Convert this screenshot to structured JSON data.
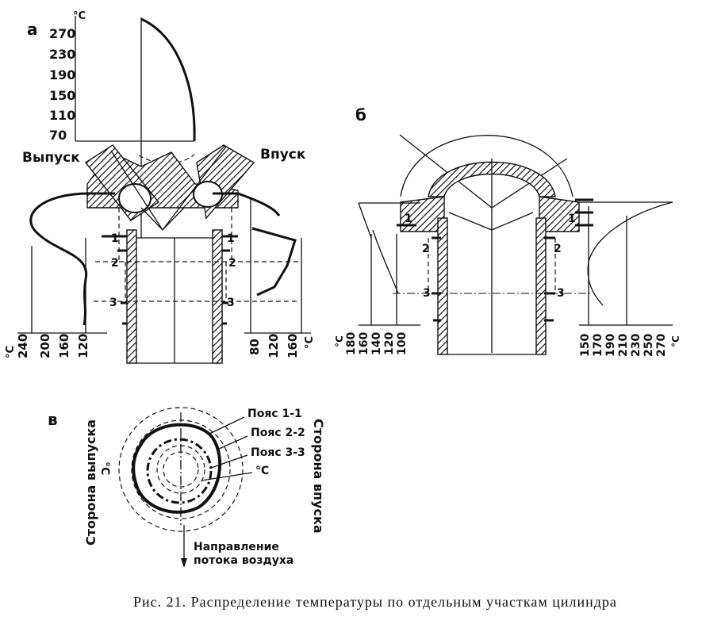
{
  "panel_a": {
    "letter": "а",
    "unit_top": "°C",
    "top_scale": [
      "270",
      "230",
      "190",
      "150",
      "110",
      "70"
    ],
    "label_exhaust": "Выпуск",
    "label_intake": "Впуск",
    "zones": [
      "1",
      "2",
      "3",
      "1",
      "2",
      "3"
    ],
    "left_unit": "°C",
    "left_scale": [
      "240",
      "200",
      "160",
      "120"
    ],
    "right_scale": [
      "80",
      "120",
      "160"
    ],
    "right_unit": "°C"
  },
  "panel_b": {
    "letter": "б",
    "zones": [
      "1",
      "2",
      "3",
      "1",
      "2",
      "3"
    ],
    "left_unit": "°C",
    "left_scale": [
      "180",
      "160",
      "140",
      "120",
      "100"
    ],
    "right_scale": [
      "150",
      "170",
      "190",
      "210",
      "230",
      "250",
      "270"
    ],
    "right_unit": "°C"
  },
  "panel_c": {
    "letter": "в",
    "belt_1": "Пояс 1-1",
    "belt_2": "Пояс 2-2",
    "belt_3": "Пояс 3-3",
    "unit_right": "°C",
    "unit_left": "°C",
    "exhaust_side": "Сторона выпуска",
    "intake_side": "Сторона впуска",
    "airflow_line1": "Направление",
    "airflow_line2": "потока воздуха"
  },
  "caption": "Рис. 21. Распределение температуры по отдельным участкам цилиндра"
}
